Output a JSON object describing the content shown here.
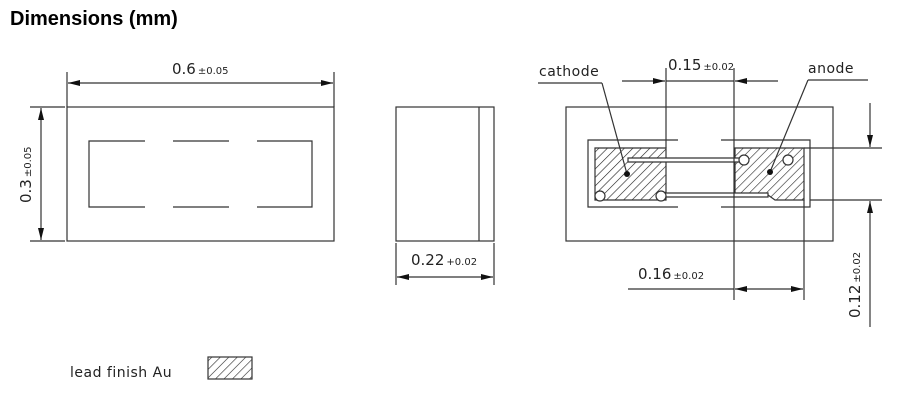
{
  "title": "Dimensions (mm)",
  "views": {
    "top": {
      "length": {
        "value": "0.6",
        "tolerance": "±0.05"
      },
      "width": {
        "value": "0.3",
        "tolerance": "±0.05"
      }
    },
    "side": {
      "thickness": {
        "value": "0.22",
        "tolerance": "+0.02"
      }
    },
    "bottom": {
      "cathode_label": "cathode",
      "anode_label": "anode",
      "pad_gap": {
        "value": "0.15",
        "tolerance": "±0.02"
      },
      "pad_length": {
        "value": "0.16",
        "tolerance": "±0.02"
      },
      "pad_width": {
        "value": "0.12",
        "tolerance": "±0.02"
      }
    }
  },
  "legend": {
    "label": "lead finish Au",
    "swatch": "hatched-pattern"
  },
  "colors": {
    "line": "#222222",
    "background": "#ffffff"
  }
}
